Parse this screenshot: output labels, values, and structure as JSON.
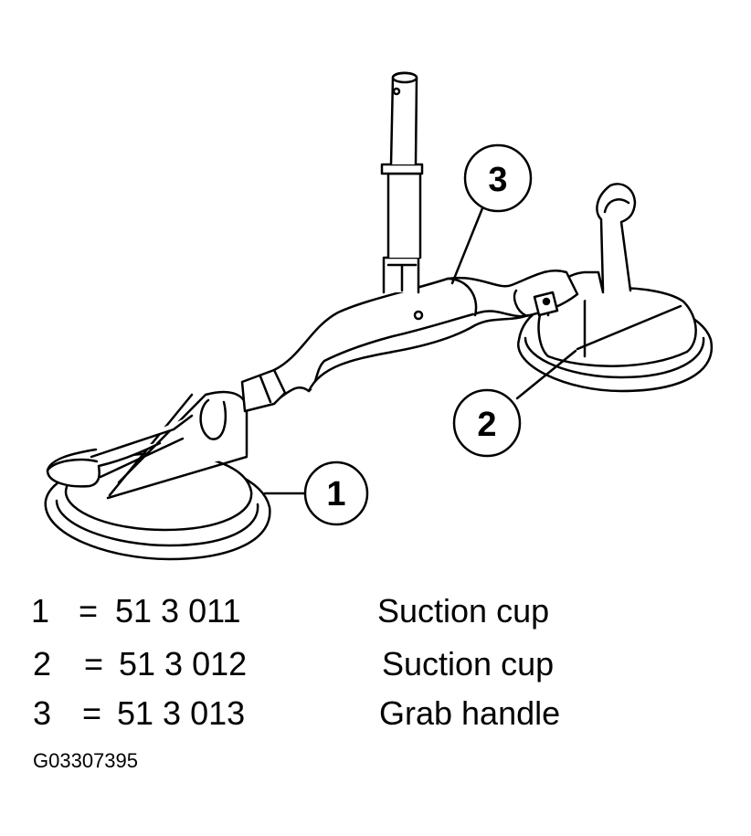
{
  "callouts": [
    {
      "number": "1"
    },
    {
      "number": "2"
    },
    {
      "number": "3"
    }
  ],
  "legend": [
    {
      "number": "1",
      "equals": "=",
      "part_number": "51 3 011",
      "description": "Suction cup"
    },
    {
      "number": "2",
      "equals": "=",
      "part_number": "51 3 012",
      "description": "Suction cup"
    },
    {
      "number": "3",
      "equals": "=",
      "part_number": "51 3 013",
      "description": "Grab handle"
    }
  ],
  "figure_code": "G03307395",
  "colors": {
    "line": "#000000",
    "fill": "#ffffff"
  }
}
